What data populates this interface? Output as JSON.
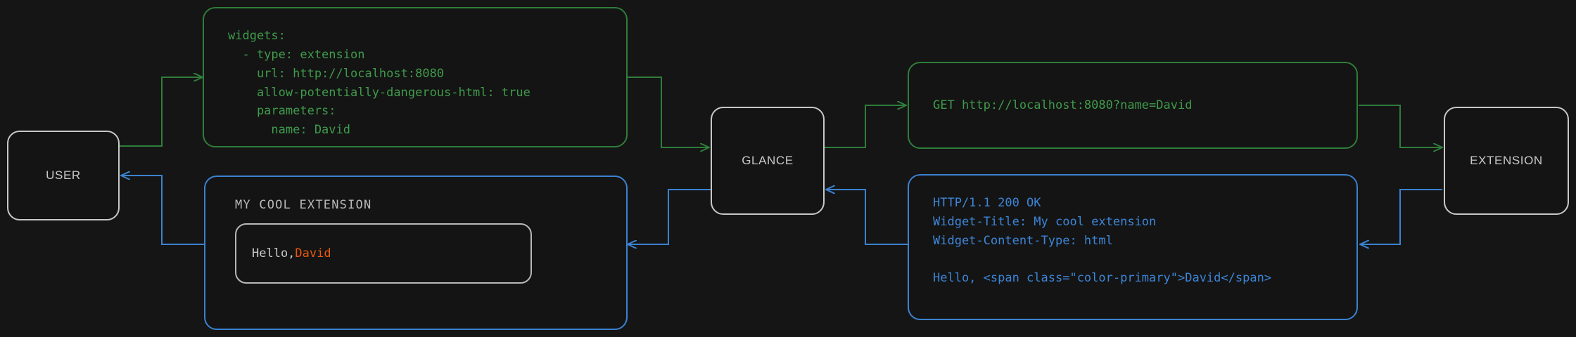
{
  "theme": {
    "background": "#151515",
    "node_border": "#c8c8c8",
    "node_text": "#c9c9c9",
    "green": "#3f9b4b",
    "green_border": "#2f7d3a",
    "blue": "#3d86d8",
    "blue_border": "#3b82d0",
    "accent_orange": "#e8590c"
  },
  "nodes": {
    "user": {
      "label": "USER"
    },
    "glance": {
      "label": "GLANCE"
    },
    "extension": {
      "label": "EXTENSION"
    }
  },
  "boxes": {
    "config_yaml": {
      "color": "green",
      "text": "widgets:\n  - type: extension\n    url: http://localhost:8080\n    allow-potentially-dangerous-html: true\n    parameters:\n      name: David"
    },
    "http_request": {
      "color": "green",
      "text": "GET http://localhost:8080?name=David"
    },
    "http_response": {
      "color": "blue",
      "text": "HTTP/1.1 200 OK\nWidget-Title: My cool extension\nWidget-Content-Type: html\n\nHello, <span class=\"color-primary\">David</span>"
    },
    "rendered_widget": {
      "color": "blue",
      "title": "MY COOL EXTENSION",
      "greeting_prefix": "Hello, ",
      "greeting_name": "David"
    }
  },
  "flow": {
    "request_color": "#3f9b4b",
    "response_color": "#3d86d8",
    "edges": [
      {
        "name": "user-to-config",
        "from": "user",
        "to": "config_yaml",
        "color": "green"
      },
      {
        "name": "config-to-glance",
        "from": "config_yaml",
        "to": "glance",
        "color": "green"
      },
      {
        "name": "glance-to-request",
        "from": "glance",
        "to": "http_request",
        "color": "green"
      },
      {
        "name": "request-to-extension",
        "from": "http_request",
        "to": "extension",
        "color": "green"
      },
      {
        "name": "extension-to-response",
        "from": "extension",
        "to": "http_response",
        "color": "blue"
      },
      {
        "name": "response-to-glance",
        "from": "http_response",
        "to": "glance",
        "color": "blue"
      },
      {
        "name": "glance-to-widget",
        "from": "glance",
        "to": "rendered_widget",
        "color": "blue"
      },
      {
        "name": "widget-to-user",
        "from": "rendered_widget",
        "to": "user",
        "color": "blue"
      }
    ]
  }
}
